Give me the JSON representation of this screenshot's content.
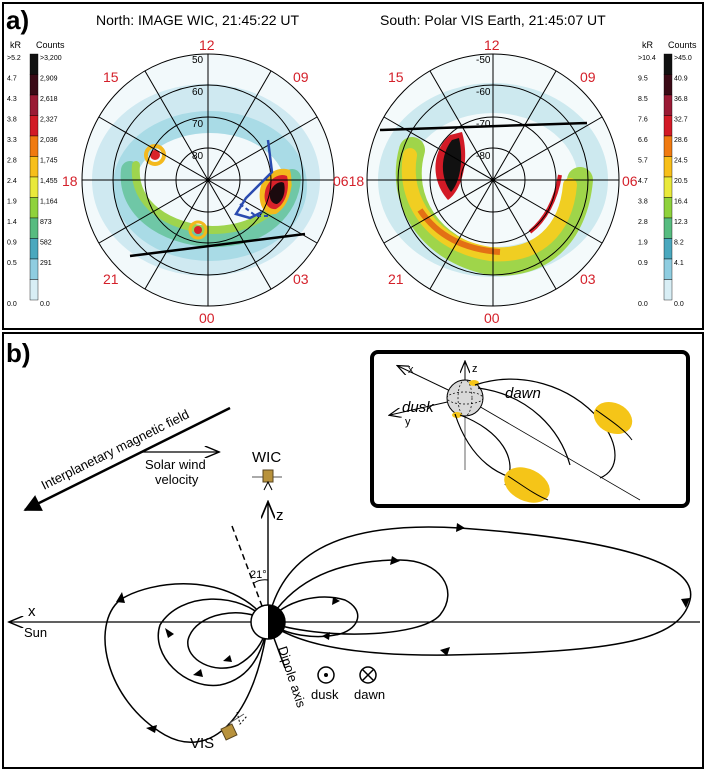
{
  "panel_a": {
    "label": "a)",
    "north": {
      "title": "North: IMAGE WIC, 21:45:22 UT",
      "latitudes": [
        "50",
        "60",
        "70",
        "80"
      ],
      "mlt": {
        "top": "12",
        "upper_left": "15",
        "upper_right": "09",
        "left": "18",
        "right": "06",
        "lower_left": "21",
        "lower_right": "03",
        "bottom": "00"
      }
    },
    "south": {
      "title": "South: Polar VIS Earth, 21:45:07 UT",
      "latitudes": [
        "-50",
        "-60",
        "-70",
        "-80"
      ],
      "mlt": {
        "top": "12",
        "upper_left": "15",
        "upper_right": "09",
        "left": "18",
        "right": "06",
        "lower_left": "21",
        "lower_right": "03",
        "bottom": "00"
      }
    },
    "seam_label": "0618",
    "north_scale": {
      "kr_header": "kR",
      "counts_header": "Counts",
      "kr": [
        ">5.2",
        "4.7",
        "4.3",
        "3.8",
        "3.3",
        "2.8",
        "2.4",
        "1.9",
        "1.4",
        "0.9",
        "0.5",
        "0.0"
      ],
      "counts": [
        ">3,200",
        "2,909",
        "2,618",
        "2,327",
        "2,036",
        "1,745",
        "1,455",
        "1,164",
        "873",
        "582",
        "291",
        "0.0"
      ]
    },
    "south_scale": {
      "kr_header": "kR",
      "counts_header": "Counts",
      "kr": [
        ">10.4",
        "9.5",
        "8.5",
        "7.6",
        "6.6",
        "5.7",
        "4.7",
        "3.8",
        "2.8",
        "1.9",
        "0.9",
        "0.0"
      ],
      "counts": [
        ">45.0",
        "40.9",
        "36.8",
        "32.7",
        "28.6",
        "24.5",
        "20.5",
        "16.4",
        "12.3",
        "8.2",
        "4.1",
        "0.0"
      ]
    },
    "colors": [
      "#111111",
      "#3a0a16",
      "#9a1a34",
      "#d21a26",
      "#f07a10",
      "#f7bf1a",
      "#e9e93b",
      "#8fd23c",
      "#57bc80",
      "#4aa8be",
      "#8fcde0",
      "#d8eef5"
    ]
  },
  "panel_b": {
    "label": "b)",
    "imf_label": "Interplanetary magnetic field",
    "solar_wind_label_1": "Solar wind",
    "solar_wind_label_2": "velocity",
    "wic_label": "WIC",
    "vis_label": "VIS",
    "z_label": "z",
    "x_label": "x",
    "sun_label": "Sun",
    "angle_label": "21°",
    "dipole_label": "Dipole axis",
    "dusk_label": "dusk",
    "dawn_label": "dawn",
    "inset": {
      "x_label": "x",
      "y_label": "y",
      "z_label": "z",
      "dusk_label": "dusk",
      "dawn_label": "dawn"
    }
  }
}
